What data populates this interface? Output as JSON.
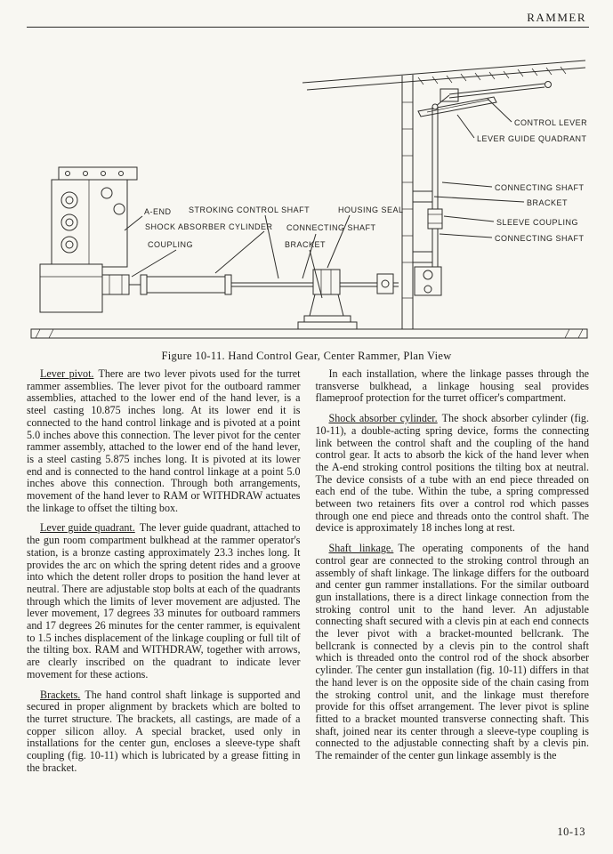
{
  "header": {
    "title": "RAMMER"
  },
  "figure": {
    "caption": "Figure 10-11.  Hand Control Gear, Center Rammer, Plan View",
    "labels": {
      "control_lever": "CONTROL LEVER",
      "lever_guide_quadrant": "LEVER GUIDE QUADRANT",
      "connecting_shaft_upper": "CONNECTING SHAFT",
      "bracket_right": "BRACKET",
      "sleeve_coupling": "SLEEVE COUPLING",
      "connecting_shaft_lower": "CONNECTING SHAFT",
      "a_end": "A-END",
      "stroking_control_shaft": "STROKING CONTROL SHAFT",
      "housing_seal": "HOUSING SEAL",
      "shock_absorber_cylinder": "SHOCK ABSORBER CYLINDER",
      "connecting_shaft_mid": "CONNECTING SHAFT",
      "coupling": "COUPLING",
      "bracket_mid": "BRACKET"
    }
  },
  "content": {
    "left": [
      {
        "heading": "Lever pivot.",
        "text": "There are two lever pivots used for the turret rammer assemblies.  The lever pivot for the outboard rammer assemblies, attached to the lower end of the hand lever, is a steel casting 10.875 inches long.  At its lower end it is connected to the hand control linkage and is pivoted at a point 5.0 inches above this connection.  The lever pivot for the center rammer assembly, attached to the lower end of the hand lever, is a steel casting 5.875 inches long.  It is pivoted at its lower end and is connected to the hand control linkage at a point 5.0 inches above this connection.  Through both arrangements, movement of the hand lever to RAM or WITHDRAW actuates the linkage to offset the tilting box."
      },
      {
        "heading": "Lever guide quadrant.",
        "text": "The lever guide quadrant, attached to the gun room compartment bulkhead at the rammer operator's station, is a bronze casting approximately 23.3 inches long.  It provides the arc on which the spring detent rides and a groove into which the detent roller drops to position the hand lever at neutral.  There are adjustable stop bolts at each of the quadrants through which the limits of lever movement are adjusted.  The lever movement, 17 degrees 33 minutes for outboard rammers and 17 degrees 26 minutes for the center rammer, is equivalent to 1.5 inches displacement of the linkage coupling or full tilt of the tilting box.  RAM and WITHDRAW, together with arrows, are clearly inscribed on the quadrant to indicate lever movement for these actions."
      },
      {
        "heading": "Brackets.",
        "text": "The hand control shaft linkage is supported and secured in proper alignment by brackets which are bolted to the turret structure.  The brackets, all castings, are made of a copper silicon alloy.  A special bracket, used only in installations for the center gun, encloses a sleeve-type shaft coupling (fig. 10-11) which is lubricated by a grease fitting in the bracket."
      }
    ],
    "right": [
      {
        "heading": "",
        "text": "In each installation, where the linkage passes through the transverse bulkhead, a linkage housing seal provides flameproof protection for the turret officer's compartment."
      },
      {
        "heading": "Shock absorber cylinder.",
        "text": "The shock absorber cylinder (fig. 10-11), a double-acting spring device, forms the connecting link between the control shaft and the coupling of the hand control gear.  It acts to absorb the kick of the hand lever when the A-end stroking control positions the tilting box at neutral.  The device consists of a tube with an end piece threaded on each end of the tube.  Within the tube, a spring compressed between two retainers fits over a control rod which passes through one end piece and threads onto the control shaft.  The device is approximately 18 inches long at rest."
      },
      {
        "heading": "Shaft linkage.",
        "text": "The operating components of the hand control gear are connected to the stroking control through an assembly of shaft linkage.  The linkage differs for the outboard and center gun rammer installations.  For the similar outboard gun installations, there is a direct linkage connection from the stroking control unit to the hand lever.  An adjustable connecting shaft secured with a clevis pin at each end connects the lever pivot with a bracket-mounted bellcrank.  The bellcrank is connected by a clevis pin to the control shaft which is threaded onto the control rod of the shock absorber cylinder.  The center gun installation (fig. 10-11) differs in that the hand lever is on the opposite side of the chain casing from the stroking control unit, and the linkage must therefore provide for this offset arrangement.  The lever pivot is spline fitted to a bracket mounted transverse connecting shaft.  This shaft, joined near its center through a sleeve-type coupling is connected to the adjustable connecting shaft by a clevis pin.  The remainder of the center gun linkage assembly is the"
      }
    ]
  },
  "footer": {
    "page_number": "10-13"
  }
}
